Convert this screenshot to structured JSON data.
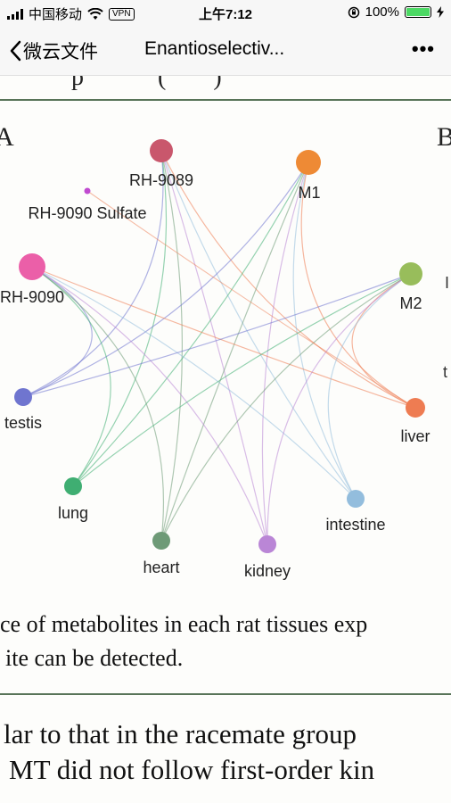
{
  "status_bar": {
    "carrier": "中国移动",
    "vpn": "VPN",
    "time": "上午7:12",
    "battery_percent": "100%",
    "battery_level": 1.0
  },
  "nav": {
    "back_label": "微云文件",
    "title": "Enantioselectiv...",
    "more": "•••"
  },
  "figure": {
    "panel_a": "A",
    "panel_b": "B",
    "right_clip_1": "I",
    "right_clip_2": "t",
    "nodes": {
      "rh9089": {
        "label": "RH-9089",
        "color": "#c9576c"
      },
      "m1": {
        "label": "M1",
        "color": "#ee8a35"
      },
      "sulfate": {
        "label": "RH-9090 Sulfate",
        "color": "#c04ad0"
      },
      "rh9090": {
        "label": "RH-9090",
        "color": "#eb5fa8"
      },
      "m2": {
        "label": "M2",
        "color": "#98bd5b"
      },
      "testis": {
        "label": "testis",
        "color": "#6f75cf"
      },
      "liver": {
        "label": "liver",
        "color": "#ee7c52"
      },
      "lung": {
        "label": "lung",
        "color": "#3fae72"
      },
      "intestine": {
        "label": "intestine",
        "color": "#93bddd"
      },
      "heart": {
        "label": "heart",
        "color": "#6e9a77"
      },
      "kidney": {
        "label": "kidney",
        "color": "#ba86d6"
      }
    }
  },
  "document": {
    "caption_line1": "ce of metabolites in each rat tissues exp",
    "caption_line2": "ite can be detected.",
    "body_line1": "lar  to  that  in  the  racemate  group",
    "body_line2": "MT  did  not  follow  first-order  kin"
  }
}
